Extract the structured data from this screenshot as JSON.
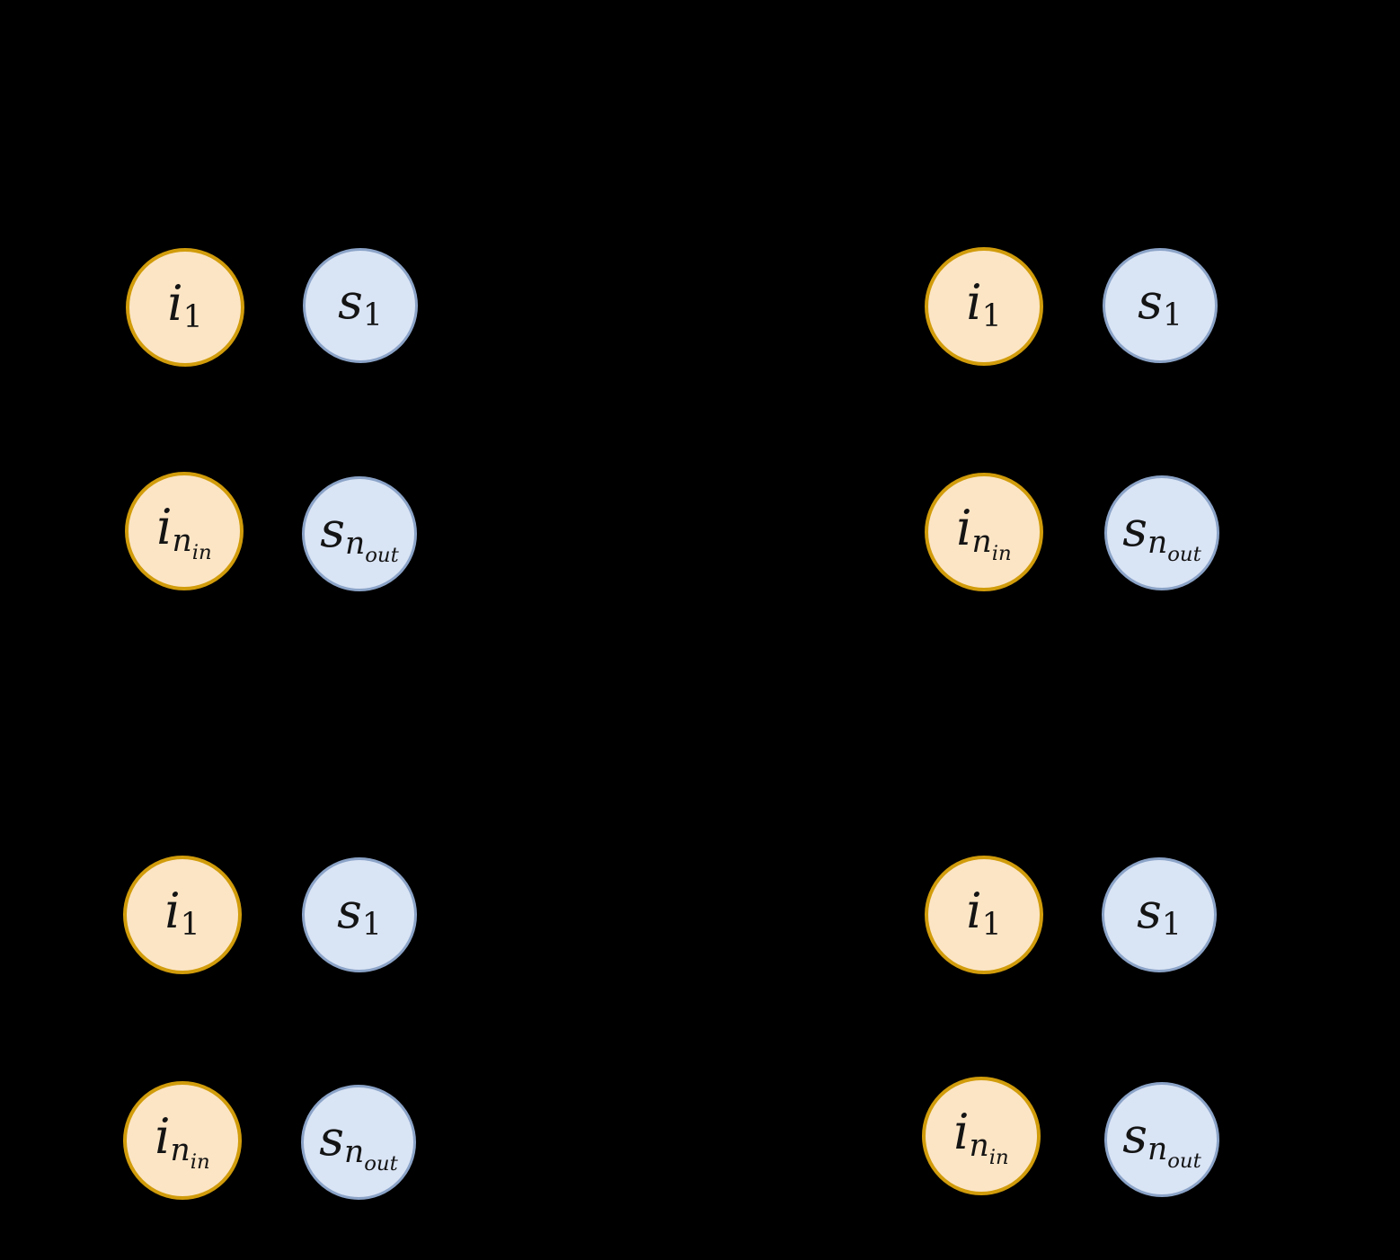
{
  "figure": {
    "colors": {
      "background": "#000000",
      "input_fill": "#FCE5C5",
      "input_stroke": "#D19C0B",
      "output_fill": "#D9E4F5",
      "output_stroke": "#8BA3C7"
    },
    "panels": [
      {
        "position": "top-left",
        "nodes": [
          {
            "type": "input",
            "main": "i",
            "sub": "1",
            "subsub": ""
          },
          {
            "type": "output",
            "main": "s",
            "sub": "1",
            "subsub": ""
          },
          {
            "type": "input",
            "main": "i",
            "sub": "n",
            "subsub": "in"
          },
          {
            "type": "output",
            "main": "s",
            "sub": "n",
            "subsub": "out"
          }
        ]
      },
      {
        "position": "top-right",
        "nodes": [
          {
            "type": "input",
            "main": "i",
            "sub": "1",
            "subsub": ""
          },
          {
            "type": "output",
            "main": "s",
            "sub": "1",
            "subsub": ""
          },
          {
            "type": "input",
            "main": "i",
            "sub": "n",
            "subsub": "in"
          },
          {
            "type": "output",
            "main": "s",
            "sub": "n",
            "subsub": "out"
          }
        ]
      },
      {
        "position": "bottom-left",
        "nodes": [
          {
            "type": "input",
            "main": "i",
            "sub": "1",
            "subsub": ""
          },
          {
            "type": "output",
            "main": "s",
            "sub": "1",
            "subsub": ""
          },
          {
            "type": "input",
            "main": "i",
            "sub": "n",
            "subsub": "in"
          },
          {
            "type": "output",
            "main": "s",
            "sub": "n",
            "subsub": "out"
          }
        ]
      },
      {
        "position": "bottom-right",
        "nodes": [
          {
            "type": "input",
            "main": "i",
            "sub": "1",
            "subsub": ""
          },
          {
            "type": "output",
            "main": "s",
            "sub": "1",
            "subsub": ""
          },
          {
            "type": "input",
            "main": "i",
            "sub": "n",
            "subsub": "in"
          },
          {
            "type": "output",
            "main": "s",
            "sub": "n",
            "subsub": "out"
          }
        ]
      }
    ]
  }
}
